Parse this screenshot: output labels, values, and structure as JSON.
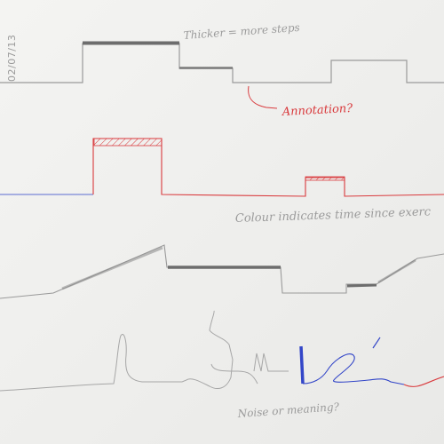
{
  "date": "02/07/13",
  "notes": {
    "thicker": "Thicker = more steps",
    "annotation": "Annotation?",
    "colour": "Colour indicates time since exerc",
    "noise": "Noise or meaning?"
  },
  "colors": {
    "pencil": "#8f8f8f",
    "pencil_dark": "#6d6d6d",
    "red_ink": "#d9393c",
    "blue_ink": "#3346c8",
    "paper": "#efefed"
  }
}
